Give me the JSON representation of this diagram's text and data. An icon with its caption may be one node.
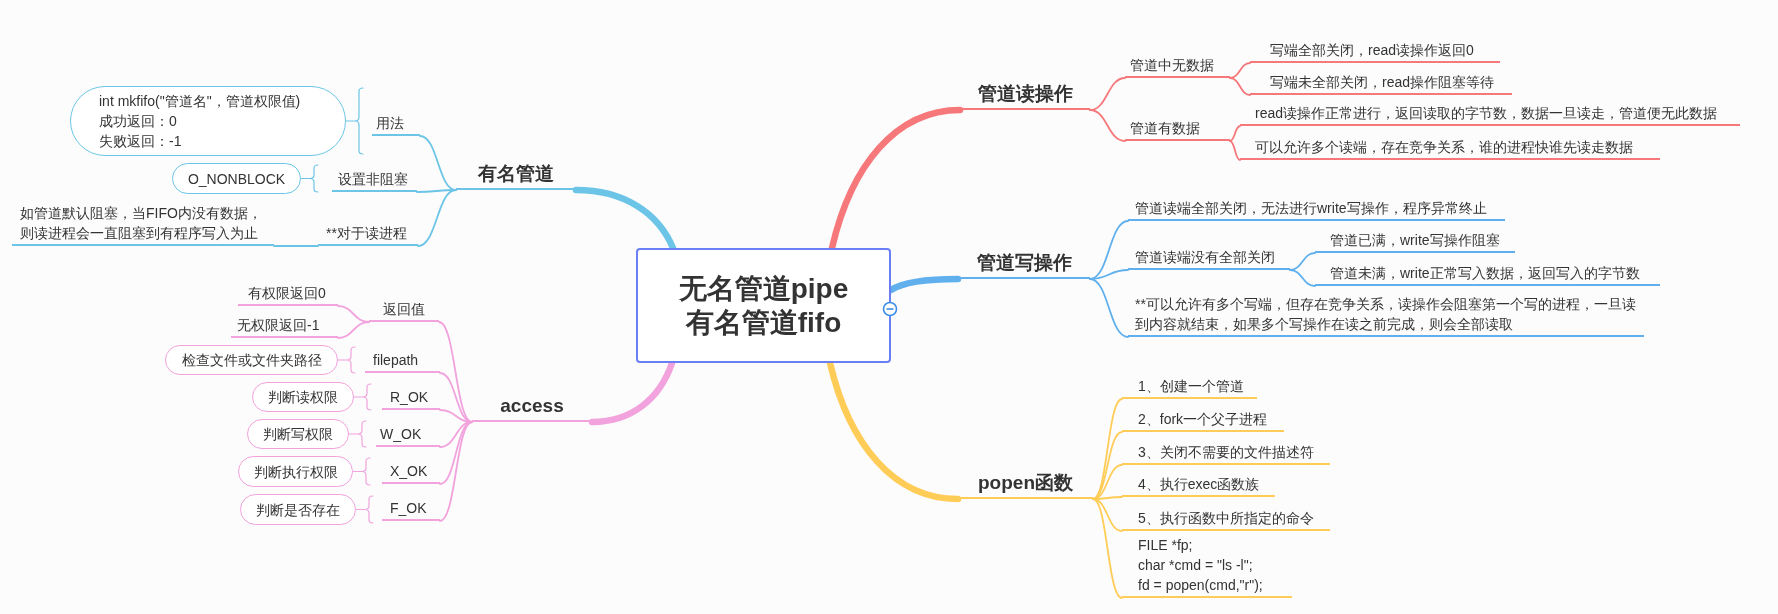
{
  "diagram": {
    "nodes": [
      {
        "text": [
          "无名管道pipe 有名管道fifo"
        ]
      },
      {
        "text": [
          "有名管道"
        ]
      },
      {
        "text": [
          "用法"
        ]
      },
      {
        "text": [
          "int mkfifo(\"管道名\"，管道权限值)",
          "成功返回：0",
          "失败返回：-1"
        ]
      },
      {
        "text": [
          "设置非阻塞"
        ]
      },
      {
        "text": [
          "O_NONBLOCK"
        ]
      },
      {
        "text": [
          "**对于读进程"
        ]
      },
      {
        "text": [
          "如管道默认阻塞，当FIFO内没有数据，则读进程会一直阻塞到有程序写入为止"
        ]
      },
      {
        "text": [
          "access"
        ]
      },
      {
        "text": [
          "返回值"
        ]
      },
      {
        "text": [
          "有权限返回0"
        ]
      },
      {
        "text": [
          "无权限返回-1"
        ]
      },
      {
        "text": [
          "filepath"
        ]
      },
      {
        "text": [
          "检查文件或文件夹路径"
        ]
      },
      {
        "text": [
          "R_OK"
        ]
      },
      {
        "text": [
          "判断读权限"
        ]
      },
      {
        "text": [
          "W_OK"
        ]
      },
      {
        "text": [
          "判断写权限"
        ]
      },
      {
        "text": [
          "X_OK"
        ]
      },
      {
        "text": [
          "判断执行权限"
        ]
      },
      {
        "text": [
          "F_OK"
        ]
      },
      {
        "text": [
          "判断是否存在"
        ]
      },
      {
        "text": [
          "管道读操作"
        ]
      },
      {
        "text": [
          "管道中无数据"
        ]
      },
      {
        "text": [
          "写端全部关闭，read读操作返回0"
        ]
      },
      {
        "text": [
          "写端未全部关闭，read操作阻塞等待"
        ]
      },
      {
        "text": [
          "管道有数据"
        ]
      },
      {
        "text": [
          "read读操作正常进行，返回读取的字节数，数据一旦读走，管道便无此数据"
        ]
      },
      {
        "text": [
          "可以允许多个读端，存在竞争关系，谁的进程快谁先读走数据"
        ]
      },
      {
        "text": [
          "管道写操作"
        ]
      },
      {
        "text": [
          "管道读端全部关闭，无法进行write写操作，程序异常终止"
        ]
      },
      {
        "text": [
          "管道读端没有全部关闭"
        ]
      },
      {
        "text": [
          "管道已满，write写操作阻塞"
        ]
      },
      {
        "text": [
          "管道未满，write正常写入数据，返回写入的字节数"
        ]
      },
      {
        "text": [
          "**可以允许有多个写端，但存在竞争关系，读操作会阻塞第一个写的进程，一旦读到内容就结束，如果多个写操作在读之前完成，则会全部读取"
        ]
      },
      {
        "text": [
          "popen函数"
        ]
      },
      {
        "text": [
          "1、创建一个管道"
        ]
      },
      {
        "text": [
          "2、fork一个父子进程"
        ]
      },
      {
        "text": [
          "3、关闭不需要的文件描述符"
        ]
      },
      {
        "text": [
          "4、执行exec函数族"
        ]
      },
      {
        "text": [
          "5、执行函数中所指定的命令"
        ]
      },
      {
        "text": [
          "FILE *fp;",
          "char *cmd = \"ls -l\";",
          "fd = popen(cmd,\"r\");"
        ]
      }
    ],
    "edges": [
      {
        "from": 0,
        "to": 1,
        "arrow": "none",
        "style": "thick",
        "color": "#6cc5e6"
      },
      {
        "from": 1,
        "to": 2,
        "arrow": "none",
        "color": "#6cc5e6"
      },
      {
        "from": 2,
        "to": 3,
        "arrow": "none",
        "color": "#6cc5e6"
      },
      {
        "from": 1,
        "to": 4,
        "arrow": "none",
        "color": "#6cc5e6"
      },
      {
        "from": 4,
        "to": 5,
        "arrow": "none",
        "color": "#6cc5e6"
      },
      {
        "from": 1,
        "to": 6,
        "arrow": "none",
        "color": "#6cc5e6"
      },
      {
        "from": 6,
        "to": 7,
        "arrow": "none",
        "color": "#6cc5e6"
      },
      {
        "from": 0,
        "to": 8,
        "arrow": "none",
        "style": "thick",
        "color": "#f2a2dc"
      },
      {
        "from": 8,
        "to": 9,
        "arrow": "none",
        "color": "#f2a2dc"
      },
      {
        "from": 9,
        "to": 10,
        "arrow": "none",
        "color": "#f2a2dc"
      },
      {
        "from": 9,
        "to": 11,
        "arrow": "none",
        "color": "#f2a2dc"
      },
      {
        "from": 8,
        "to": 12,
        "arrow": "none",
        "color": "#f2a2dc"
      },
      {
        "from": 12,
        "to": 13,
        "arrow": "none",
        "color": "#f2a2dc"
      },
      {
        "from": 8,
        "to": 14,
        "arrow": "none",
        "color": "#f2a2dc"
      },
      {
        "from": 14,
        "to": 15,
        "arrow": "none",
        "color": "#f2a2dc"
      },
      {
        "from": 8,
        "to": 16,
        "arrow": "none",
        "color": "#f2a2dc"
      },
      {
        "from": 16,
        "to": 17,
        "arrow": "none",
        "color": "#f2a2dc"
      },
      {
        "from": 8,
        "to": 18,
        "arrow": "none",
        "color": "#f2a2dc"
      },
      {
        "from": 18,
        "to": 19,
        "arrow": "none",
        "color": "#f2a2dc"
      },
      {
        "from": 8,
        "to": 20,
        "arrow": "none",
        "color": "#f2a2dc"
      },
      {
        "from": 20,
        "to": 21,
        "arrow": "none",
        "color": "#f2a2dc"
      },
      {
        "from": 0,
        "to": 22,
        "arrow": "none",
        "style": "thick",
        "color": "#f6787a"
      },
      {
        "from": 22,
        "to": 23,
        "arrow": "none",
        "color": "#f6787a"
      },
      {
        "from": 23,
        "to": 24,
        "arrow": "none",
        "color": "#f6787a"
      },
      {
        "from": 23,
        "to": 25,
        "arrow": "none",
        "color": "#f6787a"
      },
      {
        "from": 22,
        "to": 26,
        "arrow": "none",
        "color": "#f6787a"
      },
      {
        "from": 26,
        "to": 27,
        "arrow": "none",
        "color": "#f6787a"
      },
      {
        "from": 26,
        "to": 28,
        "arrow": "none",
        "color": "#f6787a"
      },
      {
        "from": 0,
        "to": 29,
        "arrow": "none",
        "style": "thick",
        "color": "#5fb0ec"
      },
      {
        "from": 29,
        "to": 30,
        "arrow": "none",
        "color": "#5fb0ec"
      },
      {
        "from": 29,
        "to": 31,
        "arrow": "none",
        "color": "#5fb0ec"
      },
      {
        "from": 31,
        "to": 32,
        "arrow": "none",
        "color": "#5fb0ec"
      },
      {
        "from": 31,
        "to": 33,
        "arrow": "none",
        "color": "#5fb0ec"
      },
      {
        "from": 29,
        "to": 34,
        "arrow": "none",
        "color": "#5fb0ec"
      },
      {
        "from": 0,
        "to": 35,
        "arrow": "none",
        "style": "thick",
        "color": "#ffcd57"
      },
      {
        "from": 35,
        "to": 36,
        "arrow": "none",
        "color": "#ffcd57"
      },
      {
        "from": 35,
        "to": 37,
        "arrow": "none",
        "color": "#ffcd57"
      },
      {
        "from": 35,
        "to": 38,
        "arrow": "none",
        "color": "#ffcd57"
      },
      {
        "from": 35,
        "to": 39,
        "arrow": "none",
        "color": "#ffcd57"
      },
      {
        "from": 35,
        "to": 40,
        "arrow": "none",
        "color": "#ffcd57"
      },
      {
        "from": 35,
        "to": 41,
        "arrow": "none",
        "color": "#ffcd57"
      }
    ]
  }
}
